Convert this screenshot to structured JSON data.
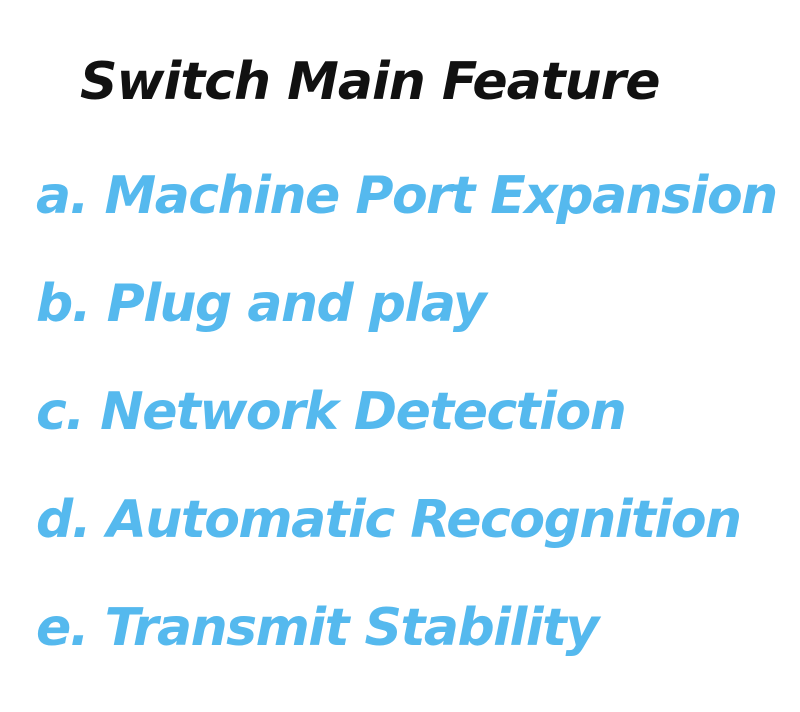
{
  "title": "Switch Main Feature",
  "features": [
    "a. Machine Port Expansion",
    "b. Plug and play",
    "c. Network Detection",
    "d. Automatic Recognition",
    "e. Transmit Stability"
  ],
  "colors": {
    "title": "#111111",
    "feature_text": "#55b9ee",
    "background": "#ffffff"
  }
}
